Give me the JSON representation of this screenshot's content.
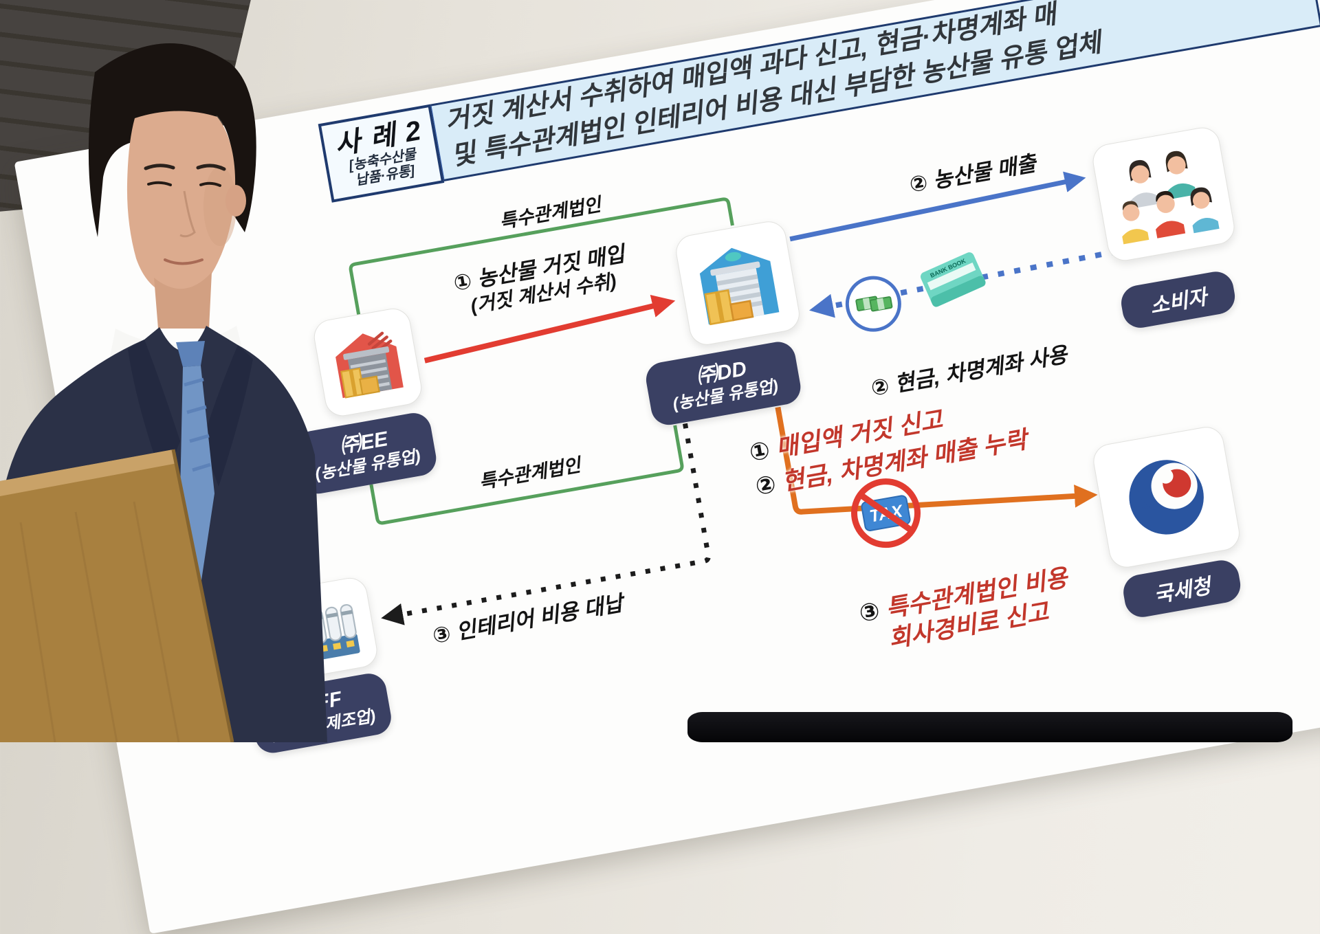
{
  "header": {
    "case": {
      "title": "사 례 2",
      "sub1": "[농축수산물",
      "sub2": "납품·유통]"
    },
    "title_line1": "거짓 계산서 수취하여 매입액 과다 신고, 현금·차명계좌 매",
    "title_line2": "및 특수관계법인 인테리어 비용 대신 부담한 농산물 유통 업체"
  },
  "nodes": {
    "ee": {
      "name": "㈜EE",
      "desc": "(농산물 유통업)"
    },
    "dd": {
      "name": "㈜DD",
      "desc": "(농산물 유통업)"
    },
    "ff": {
      "name": "㈜FF",
      "desc": "(농산물 제조업)"
    },
    "consumer": {
      "label": "소비자"
    },
    "nts": {
      "label": "국세청"
    }
  },
  "labels": {
    "special_top": "특수관계법인",
    "special_bottom": "특수관계법인",
    "purchase_line1": "① 농산물 거짓 매입",
    "purchase_line2": "(거짓 계산서 수취)",
    "sales": "② 농산물 매출",
    "cash_use": "② 현금, 차명계좌 사용",
    "interior": "③ 인테리어 비용 대납",
    "report1_num": "①",
    "report1": "매입액 거짓 신고",
    "report2_num": "②",
    "report2": "현금, 차명계좌 매출 누락",
    "report3_num": "③",
    "report3_line1": "특수관계법인 비용",
    "report3_line2": "회사경비로 신고"
  },
  "icons": {
    "tax_label": "TAX",
    "bankbook_label": "BANK BOOK"
  },
  "colors": {
    "badge_navy": "#3a4063",
    "green": "#56a05c",
    "red_arrow": "#e23c31",
    "red_text": "#c2372b",
    "blue": "#4a74c8",
    "orange": "#e0701f",
    "header_bg": "#d9ecf8",
    "header_border": "#1f3a6e"
  }
}
